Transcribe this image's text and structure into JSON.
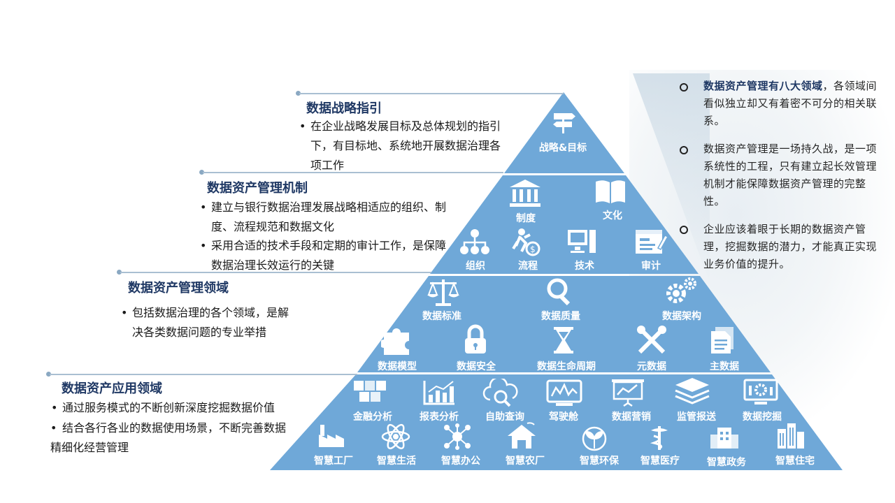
{
  "colors": {
    "pyramid": "#6fa8d8",
    "title": "#1f3864",
    "leader": "#a9bfd2"
  },
  "sections": {
    "strategy": {
      "title": "数据战略指引",
      "bullets": [
        "在企业战略发展目标及总体规划的指引下，有目标地、系统地开展数据治理各项工作"
      ]
    },
    "mechanism": {
      "title": "数据资产管理机制",
      "bullets": [
        "建立与银行数据治理发展战略相适应的组织、制度、流程规范和数据文化",
        "采用合适的技术手段和定期的审计工作，是保障数据治理长效运行的关键"
      ]
    },
    "domain": {
      "title": "数据资产管理领域",
      "bullets": [
        "包括数据治理的各个领域，是解决各类数据问题的专业举措"
      ]
    },
    "application": {
      "title": "数据资产应用领域",
      "bullets": [
        "通过服务模式的不断创新深度挖掘数据价值",
        "结合各行各业的数据使用场景，不断完善数据精细化经营管理"
      ]
    }
  },
  "pyramid": {
    "tier1": [
      {
        "label": "战略&目标",
        "icon": "signpost-icon"
      }
    ],
    "tier2_top": [
      {
        "label": "制度",
        "icon": "bank-icon"
      },
      {
        "label": "文化",
        "icon": "book-icon"
      }
    ],
    "tier2_bottom": [
      {
        "label": "组织",
        "icon": "org-chart-icon"
      },
      {
        "label": "流程",
        "icon": "runner-icon"
      },
      {
        "label": "技术",
        "icon": "computer-icon"
      },
      {
        "label": "审计",
        "icon": "audit-icon"
      }
    ],
    "tier3_top": [
      {
        "label": "数据标准",
        "icon": "scale-icon"
      },
      {
        "label": "数据质量",
        "icon": "magnifier-icon"
      },
      {
        "label": "数据架构",
        "icon": "gears-icon"
      }
    ],
    "tier3_bottom": [
      {
        "label": "数据模型",
        "icon": "puzzle-icon"
      },
      {
        "label": "数据安全",
        "icon": "lock-icon"
      },
      {
        "label": "数据生命周期",
        "icon": "hourglass-icon"
      },
      {
        "label": "元数据",
        "icon": "tools-icon"
      },
      {
        "label": "主数据",
        "icon": "document-icon"
      }
    ],
    "tier4_top": [
      {
        "label": "金融分析",
        "icon": "cubes-icon"
      },
      {
        "label": "报表分析",
        "icon": "bar-chart-icon"
      },
      {
        "label": "自助查询",
        "icon": "cloud-search-icon"
      },
      {
        "label": "驾驶舱",
        "icon": "dashboard-icon"
      },
      {
        "label": "数据营销",
        "icon": "presentation-icon"
      },
      {
        "label": "监管报送",
        "icon": "layers-icon"
      },
      {
        "label": "数据挖掘",
        "icon": "monitor-gear-icon"
      }
    ],
    "tier4_bottom": [
      {
        "label": "智慧工厂",
        "icon": "factory-icon"
      },
      {
        "label": "智慧生活",
        "icon": "atom-icon"
      },
      {
        "label": "智慧办公",
        "icon": "network-icon"
      },
      {
        "label": "智慧农厂",
        "icon": "barn-icon"
      },
      {
        "label": "智慧环保",
        "icon": "leaf-icon"
      },
      {
        "label": "智慧医疗",
        "icon": "caduceus-icon"
      },
      {
        "label": "智慧政务",
        "icon": "government-icon"
      },
      {
        "label": "智慧住宅",
        "icon": "buildings-icon"
      }
    ]
  },
  "side_notes": [
    {
      "bold": "数据资产管理有八大领域",
      "text": "，各领域间看似独立却又有着密不可分的相关联系。"
    },
    {
      "bold": "",
      "text": "数据资产管理是一场持久战，是一项系统性的工程，只有建立起长效管理机制才能保障数据资产管理的完整性。"
    },
    {
      "bold": "",
      "text": "企业应该着眼于长期的数据资产管理，挖掘数据的潜力，才能真正实现业务价值的提升。"
    }
  ]
}
